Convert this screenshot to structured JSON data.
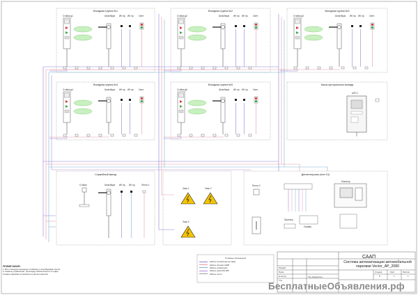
{
  "zones": {
    "g1": "Въездная группа №1",
    "g2": "Въездная группа №2",
    "g3": "Въездная группа №3",
    "g4": "Въездная группа №4",
    "g5": "Въездная группа №5",
    "pay": "Касса центрального выезда",
    "service": "Служебный выезд",
    "signs": "",
    "dispatch": "Диспетчерская (пост 01)"
  },
  "devices": {
    "stand": "Стойка",
    "barrier": "Шлагбаум",
    "sensor": "ИК пр.",
    "lights": "Свет.",
    "loop1": "Петля 1",
    "loop2": "Петля 2",
    "kiosk": "АПП",
    "warn": "Знак",
    "server": "Сервер",
    "printer": "Принтер",
    "monitor": "Монитор"
  },
  "notes": {
    "heading": "ПРИМЕЧАНИЯ:",
    "line1": "1. Все 4 въезда оснащены стойками и шлагбаумами Vector.",
    "line2": "2. Каналы управления, прокладку кабелей вести в гофре.",
    "line3": "Сервер парковки установлен в диспетчерской."
  },
  "legend": {
    "title": "Условные обозначения",
    "items": [
      {
        "label": "Кабель сетевой (витая пара)",
        "color": "#8a7fd6"
      },
      {
        "label": "Кабель питания 220В",
        "color": "#e59aa8"
      },
      {
        "label": "Кабель управления",
        "color": "#7fb3d6"
      },
      {
        "label": "Кабель связи RS-485",
        "color": "#b48ad6"
      },
      {
        "label": "Кабель петли",
        "color": "#9a9a9a"
      }
    ]
  },
  "title_block": {
    "company": "СААП",
    "title": "Система автоматизации автомобильной парковки Vector_AP_2080",
    "project": "ТЦ «Карусель»",
    "sheet_label": "Лист",
    "sheet_value": "1",
    "sheets_label": "Листов",
    "sheets_value": "1",
    "stage_label": "Стадия",
    "stage_value": "Р",
    "roles": [
      "Разраб.",
      "Пров.",
      "Н.контр.",
      "Утв."
    ]
  },
  "watermark": "БесплатныеОбъявления.рф",
  "colors": {
    "frame": "#888888",
    "zone": "#a0a0a0",
    "cable_net": "#8a7fd6",
    "cable_power": "#e59aa8",
    "cable_ctrl": "#7fb3d6",
    "led_green": "#3aa84a",
    "led_red": "#d23a3a",
    "warn_fill": "#f5c400"
  }
}
